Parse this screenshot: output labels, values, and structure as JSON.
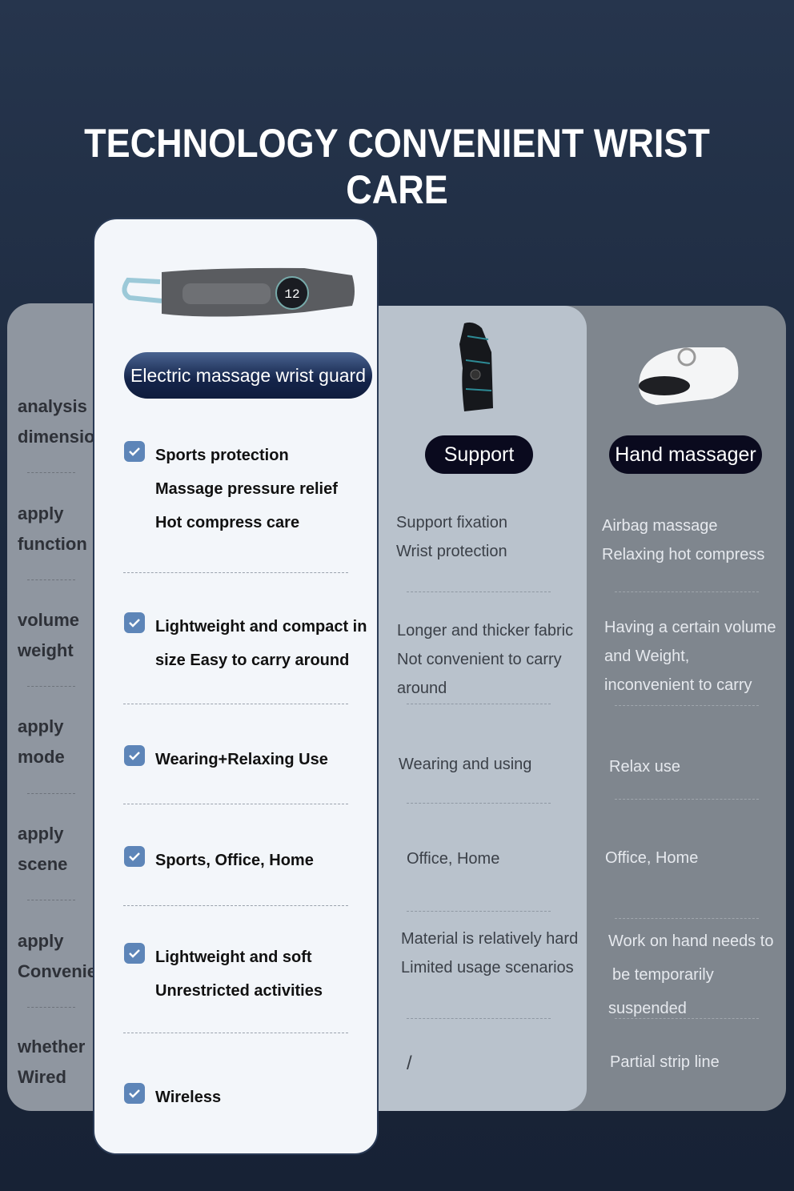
{
  "title": "TECHNOLOGY CONVENIENT WRIST CARE",
  "dimensions": [
    {
      "line1": "analysis",
      "line2": "dimension"
    },
    {
      "line1": "apply",
      "line2": "function"
    },
    {
      "line1": "volume",
      "line2": "weight"
    },
    {
      "line1": "apply",
      "line2": "mode"
    },
    {
      "line1": "apply",
      "line2": "scene"
    },
    {
      "line1": "apply",
      "line2": "Convenience"
    },
    {
      "line1": "whether",
      "line2": "Wired"
    }
  ],
  "products": {
    "main": {
      "name": "Electric massage wrist guard",
      "features": [
        [
          "Sports protection",
          "Massage pressure relief",
          "Hot compress care"
        ],
        [
          "Lightweight and compact in",
          "size Easy to carry around"
        ],
        [
          "Wearing+Relaxing Use"
        ],
        [
          "Sports, Office, Home"
        ],
        [
          "Lightweight and soft",
          "Unrestricted activities"
        ],
        [
          "Wireless"
        ]
      ]
    },
    "support": {
      "name": "Support",
      "features": [
        [
          "Support fixation",
          "Wrist protection"
        ],
        [
          "Longer and thicker fabric",
          "Not convenient to carry",
          "around"
        ],
        [
          "Wearing and using"
        ],
        [
          "Office, Home"
        ],
        [
          "Material is relatively hard",
          "Limited usage scenarios"
        ],
        [
          "/"
        ]
      ]
    },
    "hand": {
      "name": "Hand massager",
      "features": [
        [
          "Airbag massage",
          "Relaxing hot compress"
        ],
        [
          "Having a certain volume",
          "and Weight,",
          "inconvenient to carry"
        ],
        [
          "Relax use"
        ],
        [
          "Office, Home"
        ],
        [
          "Work on hand needs to",
          "be temporarily",
          "suspended"
        ],
        [
          "Partial strip line"
        ]
      ]
    }
  },
  "colors": {
    "check": "#5d85b8",
    "pill": "#0a0a1e"
  }
}
